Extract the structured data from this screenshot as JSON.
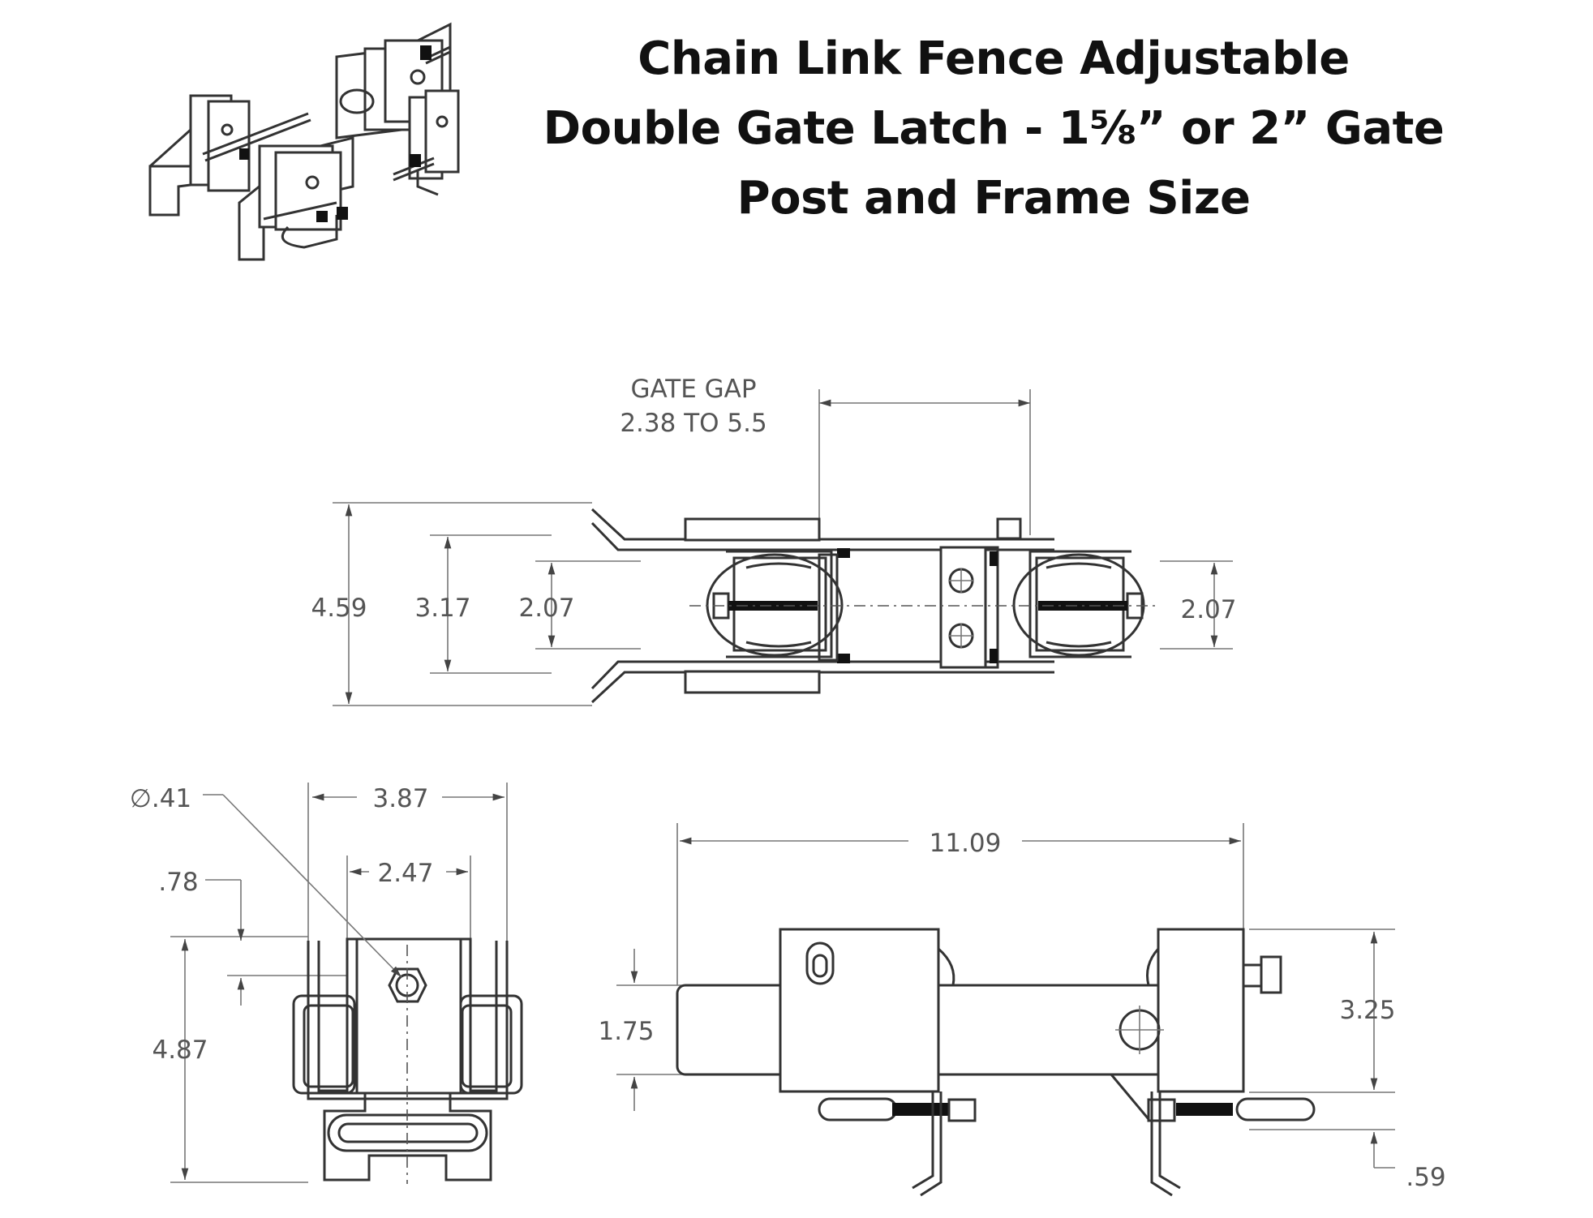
{
  "title": {
    "line1": "Chain Link Fence Adjustable",
    "line2": "Double Gate Latch - 1⅝” or 2” Gate",
    "line3": "Post and Frame Size"
  },
  "top_view": {
    "gate_gap_label": "GATE GAP",
    "gate_gap_range": "2.38 TO 5.5",
    "dim_overall_height": "4.59",
    "dim_inner_height": "3.17",
    "dim_left_clamp": "2.07",
    "dim_right_clamp": "2.07"
  },
  "end_view": {
    "dim_hole_diameter": "∅.41",
    "dim_overall_width": "3.87",
    "dim_inner_width": "2.47",
    "dim_top_offset": ".78",
    "dim_height": "4.87"
  },
  "side_view": {
    "dim_length": "11.09",
    "dim_bar_height": "1.75",
    "dim_bracket_height": "3.25",
    "dim_bottom_offset": ".59"
  },
  "colors": {
    "line": "#333333",
    "dimension_text": "#555555",
    "fill_dark": "#111111"
  }
}
